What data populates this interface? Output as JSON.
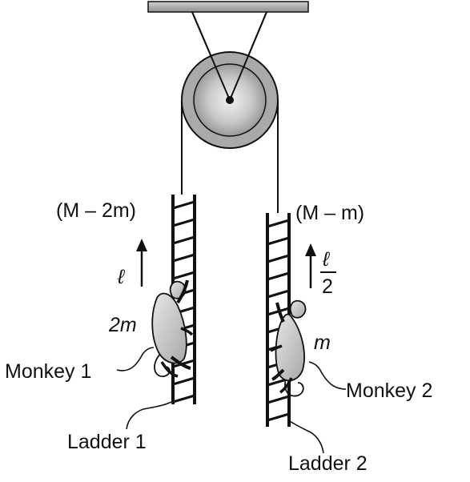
{
  "mass_labels": {
    "ladder1_mass": "(M – 2m)",
    "ladder2_mass": "(M – m)",
    "monkey1_mass": "2m",
    "monkey2_mass": "m"
  },
  "displacements": {
    "monkey1": "ℓ",
    "monkey2_numerator": "ℓ",
    "monkey2_denominator": "2"
  },
  "callouts": {
    "monkey1": "Monkey 1",
    "monkey2": "Monkey 2",
    "ladder1": "Ladder 1",
    "ladder2": "Ladder 2"
  }
}
